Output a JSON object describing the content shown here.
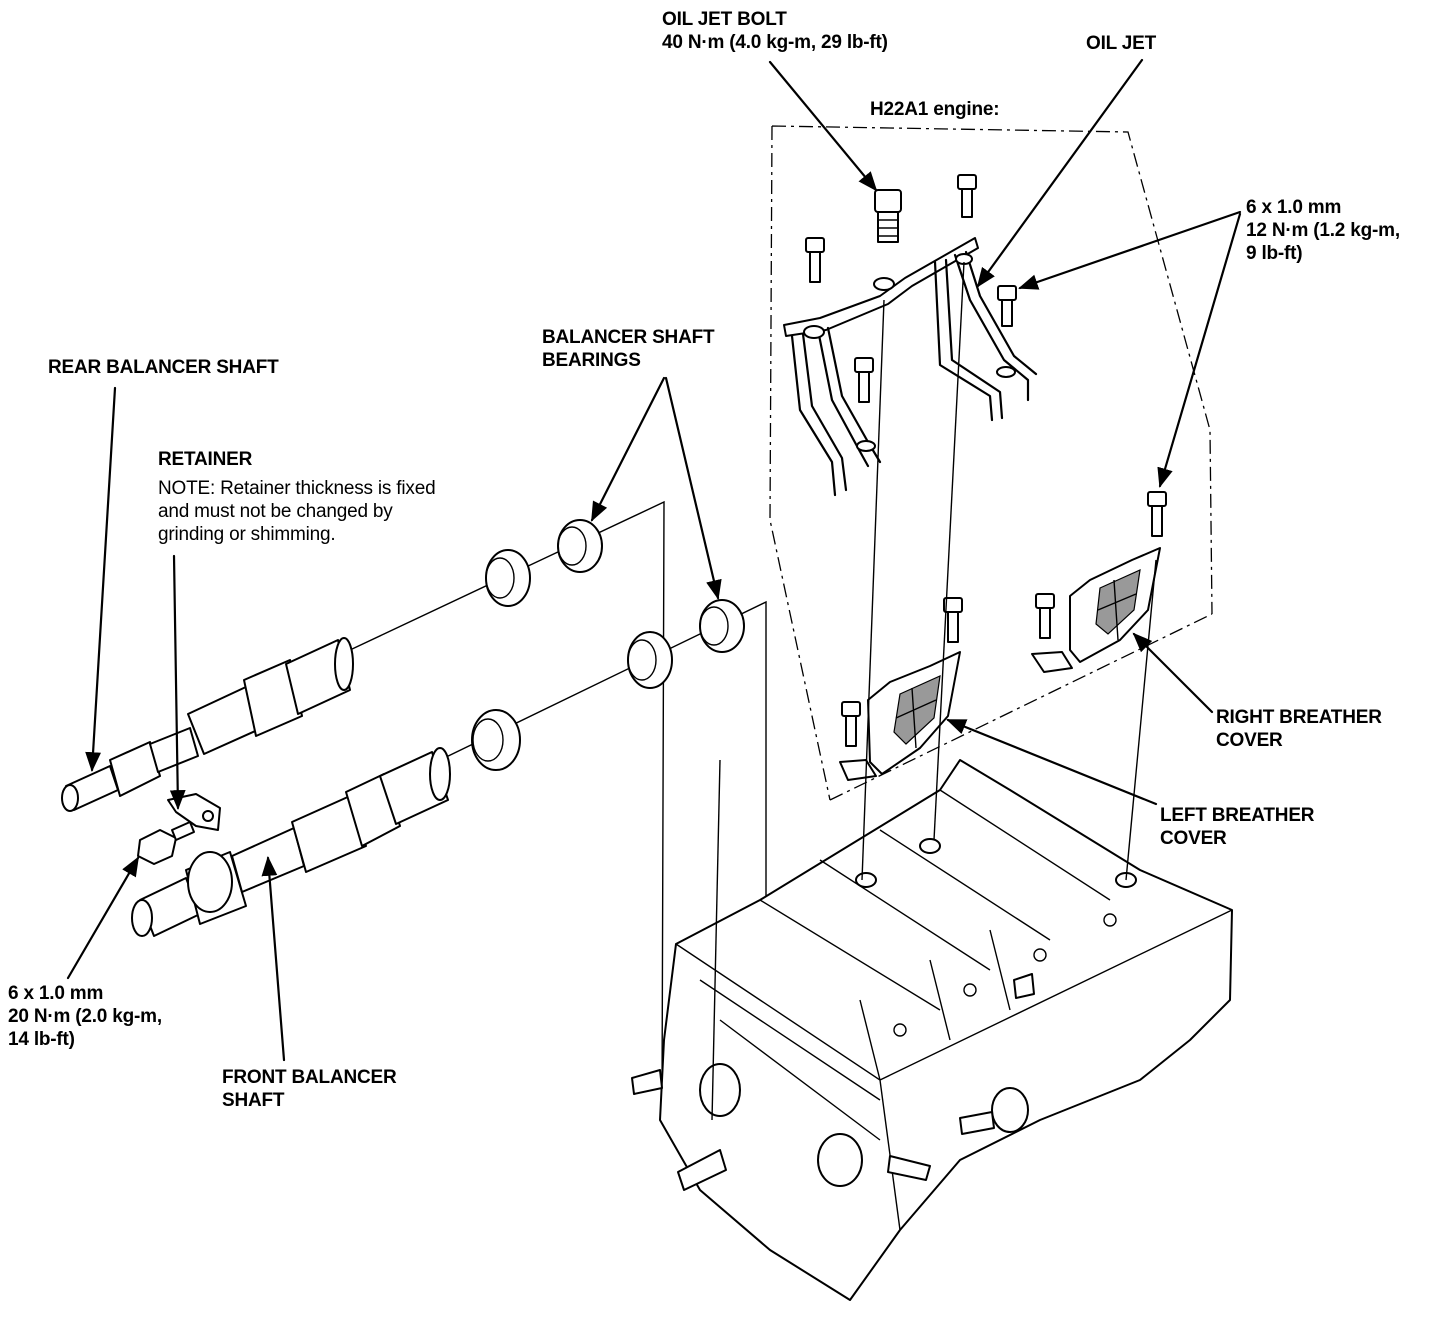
{
  "labels": {
    "oil_jet_bolt": [
      "OIL JET BOLT",
      "40 N·m (4.0 kg-m, 29 lb-ft)"
    ],
    "oil_jet": [
      "OIL JET"
    ],
    "engine_note": [
      "H22A1 engine:"
    ],
    "bolt_6x1_12": [
      "6 x 1.0 mm",
      "12 N·m (1.2 kg-m,",
      "9 lb-ft)"
    ],
    "balancer_shaft_bearings": [
      "BALANCER SHAFT",
      "BEARINGS"
    ],
    "rear_balancer_shaft": [
      "REAR BALANCER SHAFT"
    ],
    "retainer_title": [
      "RETAINER"
    ],
    "retainer_note": [
      "NOTE:  Retainer thickness is fixed",
      "and must not be changed by",
      "grinding or shimming."
    ],
    "right_breather_cover": [
      "RIGHT BREATHER",
      "COVER"
    ],
    "left_breather_cover": [
      "LEFT BREATHER",
      "COVER"
    ],
    "bolt_6x1_20": [
      "6 x 1.0 mm",
      "20 N·m (2.0 kg-m,",
      "14 lb-ft)"
    ],
    "front_balancer_shaft": [
      "FRONT BALANCER",
      "SHAFT"
    ]
  }
}
